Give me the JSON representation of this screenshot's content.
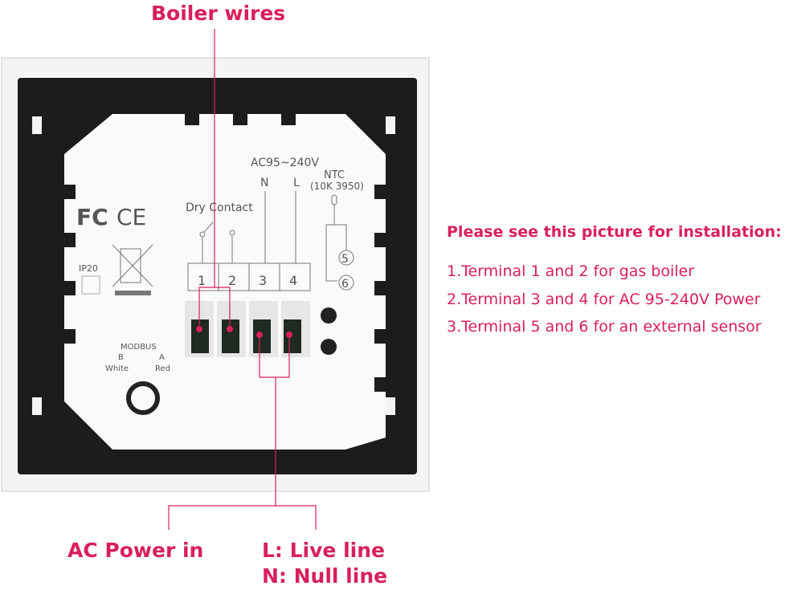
{
  "callouts": {
    "boiler_wires": "Boiler wires",
    "ac_power_in": "AC Power in",
    "live_line": "L: Live line",
    "null_line": "N: Null line"
  },
  "device": {
    "voltage": "AC95~240V",
    "n_label": "N",
    "l_label": "L",
    "ntc": "NTC",
    "ntc_spec": "(10K 3950)",
    "dry_contact": "Dry Contact",
    "terminals": [
      "1",
      "2",
      "3",
      "4"
    ],
    "sensor_terminals": [
      "5",
      "6"
    ],
    "ip_rating": "IP20",
    "fc_mark": "FC",
    "ce_mark": "CE",
    "modbus": "MODBUS",
    "modbus_b": "B",
    "modbus_a": "A",
    "modbus_white": "White",
    "modbus_red": "Red"
  },
  "instructions": {
    "title": "Please see this picture for installation:",
    "items": [
      "1.Terminal 1 and 2 for gas boiler",
      "2.Terminal 3 and 4 for AC 95-240V Power",
      "3.Terminal 5 and 6 for an external sensor"
    ]
  },
  "colors": {
    "accent": "#d8205a",
    "frame": "#1a1a1a"
  }
}
